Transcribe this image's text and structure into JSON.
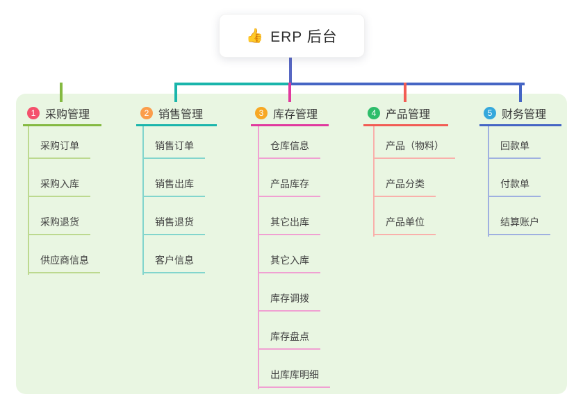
{
  "root_node": {
    "icon": "👍",
    "icon_name": "thumbs-up-icon",
    "label": "ERP 后台"
  },
  "connector_colors": {
    "root_stem": "#5767c3",
    "trunk_left": "#84b941",
    "trunk_mid": "#1ab5ab",
    "trunk_right": "#4565c4"
  },
  "panel_color": "#e9f6e2",
  "branches": [
    {
      "index": "1",
      "label": "采购管理",
      "badge_color": "#f4516c",
      "line_color": "#84b941",
      "child_line_color": "#bcd98f",
      "children": [
        "采购订单",
        "采购入库",
        "采购退货",
        "供应商信息"
      ]
    },
    {
      "index": "2",
      "label": "销售管理",
      "badge_color": "#fb9d4b",
      "line_color": "#1ab5ab",
      "child_line_color": "#82d5cd",
      "children": [
        "销售订单",
        "销售出库",
        "销售退货",
        "客户信息"
      ]
    },
    {
      "index": "3",
      "label": "库存管理",
      "badge_color": "#f7a824",
      "line_color": "#e0399e",
      "child_line_color": "#f0a0d2",
      "children": [
        "仓库信息",
        "产品库存",
        "其它出库",
        "其它入库",
        "库存调拨",
        "库存盘点",
        "出库库明细"
      ]
    },
    {
      "index": "4",
      "label": "产品管理",
      "badge_color": "#2ebd6b",
      "line_color": "#f25c54",
      "child_line_color": "#f9b0ab",
      "children": [
        "产品（物料）",
        "产品分类",
        "产品单位"
      ]
    },
    {
      "index": "5",
      "label": "财务管理",
      "badge_color": "#35a8dc",
      "line_color": "#4565c4",
      "child_line_color": "#9fb0e0",
      "children": [
        "回款单",
        "付款单",
        "结算账户"
      ]
    }
  ]
}
